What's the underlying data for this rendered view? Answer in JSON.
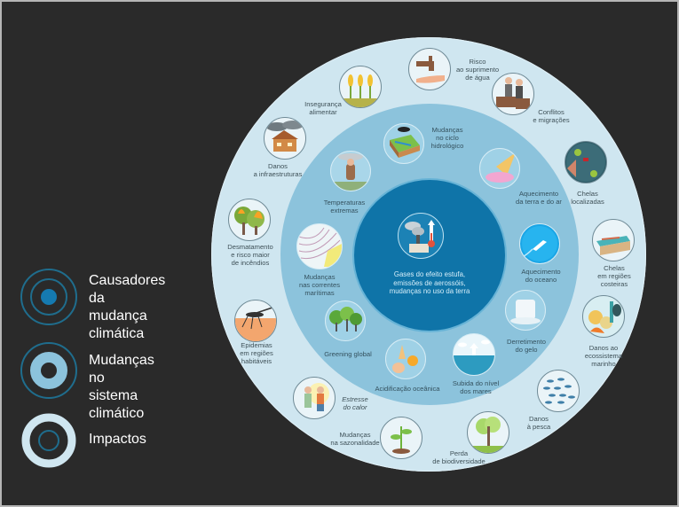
{
  "colors": {
    "background": "#2a2a2a",
    "frame_border": "#b5b5b5",
    "ring_outer": "#cfe6f0",
    "ring_middle": "#8cc3dc",
    "ring_inner": "#0f74a8",
    "label_text": "#3f5158",
    "legend_text": "#ffffff"
  },
  "legend": [
    {
      "label": "Causadores\nda mudança\nclimática",
      "symbol": "filled-center-circle-icon"
    },
    {
      "label": "Mudanças\nno sistema climático",
      "symbol": "middle-ring-circle-icon"
    },
    {
      "label": "Impactos",
      "symbol": "outer-ring-circle-icon"
    }
  ],
  "core": {
    "label": "Gases do efeito estufa,\nemissões de aerossóis,\nmudanças no uso da terra",
    "icon": "factory-thermometer-icon"
  },
  "climate_changes": [
    {
      "label": "Mudanças\nno ciclo\nhidrológico",
      "icon": "water-cycle-icon"
    },
    {
      "label": "Aquecimento\nda terra e do ar",
      "icon": "melting-ice-cream-icon"
    },
    {
      "label": "Aquecimento\ndo oceano",
      "icon": "ocean-boat-icon"
    },
    {
      "label": "Derretimento\ndo gelo",
      "icon": "ice-cube-icon"
    },
    {
      "label": "Subida do nível\ndos mares",
      "icon": "sea-level-rise-icon"
    },
    {
      "label": "Acidificação oceânica",
      "icon": "seashells-icon"
    },
    {
      "label": "Greening global",
      "icon": "trees-icon"
    },
    {
      "label": "Mudanças\nnas correntes\nmarítimas",
      "icon": "ocean-currents-map-icon"
    },
    {
      "label": "Temperaturas\nextremas",
      "icon": "extreme-weather-person-icon"
    }
  ],
  "impacts": [
    {
      "label": "Risco\nao suprimento\nde água",
      "icon": "faucet-hand-icon"
    },
    {
      "label": "Conflitos\ne migrações",
      "icon": "migrant-family-icon"
    },
    {
      "label": "Chelas\nlocalizadas",
      "icon": "flooded-street-icon"
    },
    {
      "label": "Chelas\nem regiões\ncosteiras",
      "icon": "coastal-flood-icon"
    },
    {
      "label": "Danos ao\necossistema\nmarinho",
      "icon": "coral-reef-fish-icon"
    },
    {
      "label": "Danos\nà pesca",
      "icon": "fish-school-icon"
    },
    {
      "label": "Perda\nde biodiversidade",
      "icon": "dead-tree-icon"
    },
    {
      "label": "Mudanças\nna sazonalidade",
      "icon": "sprout-icon"
    },
    {
      "label": "Estresse\ndo calor",
      "icon": "people-heat-icon"
    },
    {
      "label": "Epidemias\nem regiões\nhabitáveis",
      "icon": "mosquito-icon"
    },
    {
      "label": "Desmatamento\ne risco maior\nde incêndios",
      "icon": "burning-trees-icon"
    },
    {
      "label": "Danos\na infraestruturas",
      "icon": "storm-damaged-house-icon"
    },
    {
      "label": "Insegurança\nalimentar",
      "icon": "wheat-crop-icon"
    }
  ]
}
